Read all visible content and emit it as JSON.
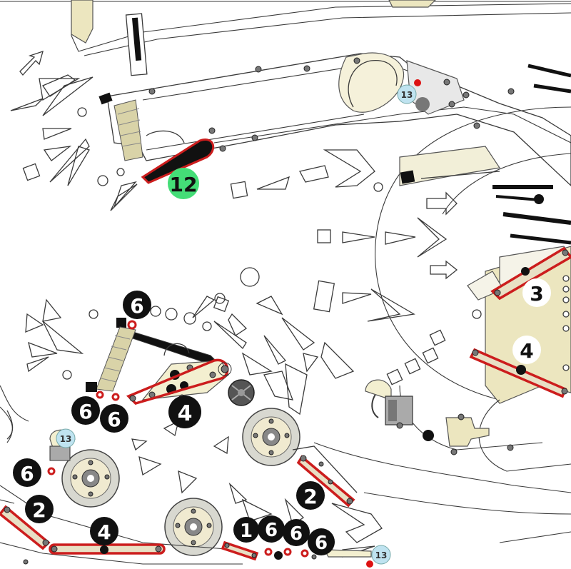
{
  "labels": {
    "badge_12": "12",
    "badge_3": "3",
    "badge_4_right": "4",
    "badge_6_top": "6",
    "badge_4_mid": "4",
    "badge_6_left_a": "6",
    "badge_6_left_b": "6",
    "badge_6_left_c": "6",
    "badge_2_left": "2",
    "badge_4_bottom": "4",
    "badge_2_mid": "2",
    "badge_1": "1",
    "badge_6_bot_a": "6",
    "badge_6_bot_b": "6",
    "badge_6_bot_c": "6",
    "marker_13_top": "13",
    "marker_13_left": "13",
    "marker_13_bottom": "13"
  },
  "colors": {
    "rubber_red": "#cc1d1d",
    "badge_black": "#111111",
    "badge_green": "#44dd77",
    "marker_blue": "#bfe3f0",
    "plastic_cream": "#ece6bf",
    "outline": "#3a3a3a"
  }
}
